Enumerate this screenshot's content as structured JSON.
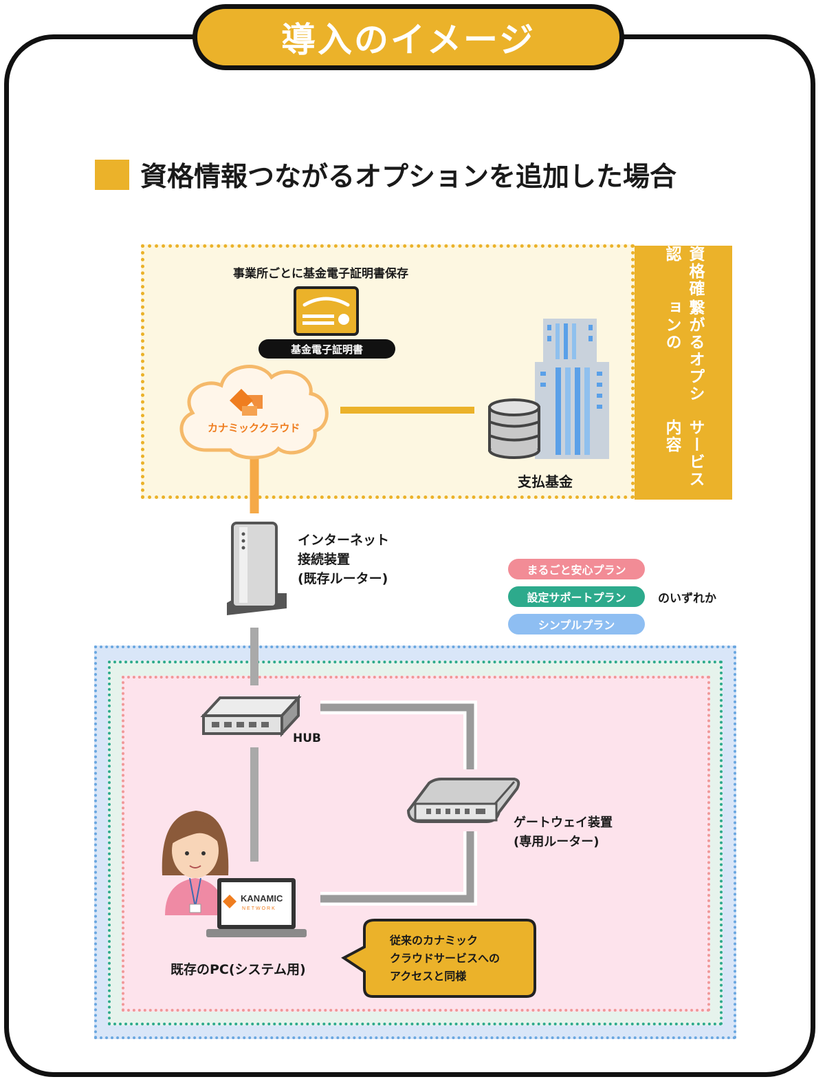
{
  "header": {
    "title": "導入のイメージ"
  },
  "section": {
    "title": "資格情報つながるオプションを追加した場合"
  },
  "side_label": {
    "col1": "資格確認",
    "col2": "繋がるオプションの",
    "col3": "サービス内容"
  },
  "cloud_zone": {
    "storage_note": "事業所ごとに基金電子証明書保存",
    "certificate_label": "基金電子証明書",
    "cloud_label": "カナミッククラウド",
    "fund_label": "支払基金"
  },
  "router": {
    "line1": "インターネット",
    "line2": "接続装置",
    "line3": "(既存ルーター)"
  },
  "plans": {
    "items": [
      "まるごと安心プラン",
      "設定サポートプラン",
      "シンプルプラン"
    ],
    "suffix": "のいずれか"
  },
  "office": {
    "hub_label": "HUB",
    "gateway_line1": "ゲートウェイ装置",
    "gateway_line2": "(専用ルーター)",
    "pc_label": "既存のPC(システム用)",
    "laptop_brand": "KANAMIC",
    "laptop_sub": "NETWORK",
    "note_line1": "従来のカナミック",
    "note_line2": "クラウドサービスへの",
    "note_line3": "アクセスと同様"
  },
  "colors": {
    "accent": "#ebb22a",
    "plan_pink": "#f28c96",
    "plan_green": "#2daa8c",
    "plan_blue": "#8ebef2",
    "cloud_orange": "#ef7d1f"
  }
}
